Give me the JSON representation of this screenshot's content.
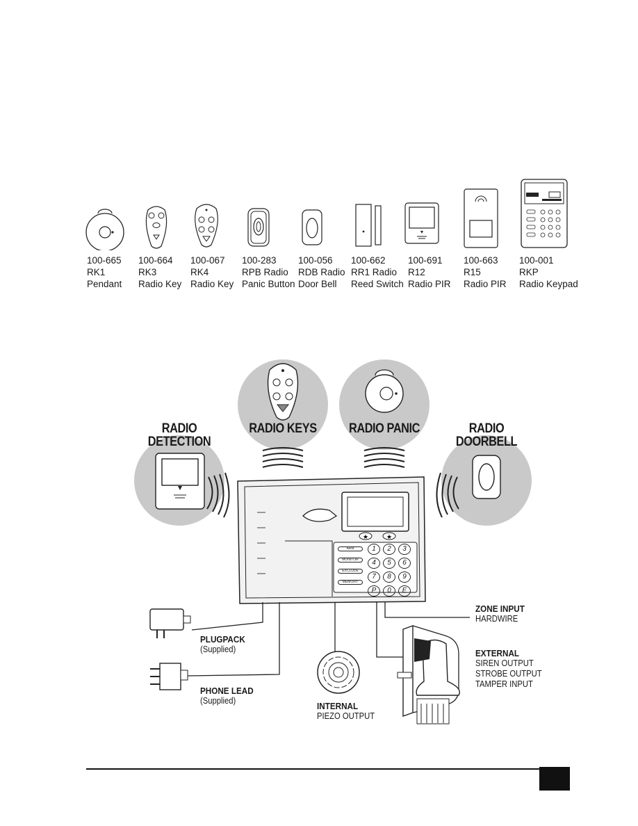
{
  "products": [
    {
      "code": "100-665",
      "model": "RK1",
      "name": "Pendant"
    },
    {
      "code": "100-664",
      "model": "RK3",
      "name": "Radio Key"
    },
    {
      "code": "100-067",
      "model": "RK4",
      "name": "Radio Key"
    },
    {
      "code": "100-283",
      "model": "RPB Radio",
      "name": "Panic Button"
    },
    {
      "code": "100-056",
      "model": "RDB Radio",
      "name": "Door Bell"
    },
    {
      "code": "100-662",
      "model": "RR1 Radio",
      "name": "Reed Switch"
    },
    {
      "code": "100-691",
      "model": "R12",
      "name": "Radio PIR"
    },
    {
      "code": "100-663",
      "model": "R15",
      "name": "Radio PIR"
    },
    {
      "code": "100-001",
      "model": "RKP",
      "name": "Radio Keypad"
    }
  ],
  "circles": {
    "detection": [
      "RADIO",
      "DETECTION"
    ],
    "keys": "RADIO KEYS",
    "panic": "RADIO PANIC",
    "doorbell": [
      "RADIO",
      "DOORBELL"
    ]
  },
  "keypad": {
    "side_keys": [
      "ARM",
      "MONITOR",
      "EXCLUDE",
      "MEMORY"
    ],
    "digits": [
      "1",
      "2",
      "3",
      "4",
      "5",
      "6",
      "7",
      "8",
      "9",
      "P",
      "0",
      "E"
    ]
  },
  "callouts": {
    "zone": {
      "title": "ZONE INPUT",
      "lines": [
        "HARDWIRE"
      ]
    },
    "external": {
      "title": "EXTERNAL",
      "lines": [
        "SIREN OUTPUT",
        "STROBE OUTPUT",
        "TAMPER INPUT"
      ]
    },
    "plugpack": {
      "title": "PLUGPACK",
      "lines": [
        "(Supplied)"
      ]
    },
    "phone": {
      "title": "PHONE LEAD",
      "lines": [
        "(Supplied)"
      ]
    },
    "internal": {
      "title": "INTERNAL",
      "lines": [
        "PIEZO OUTPUT"
      ]
    }
  },
  "colors": {
    "circle_fill": "#c9c9c9",
    "ink": "#1a1a1a",
    "panel": "#f2f2f2"
  }
}
